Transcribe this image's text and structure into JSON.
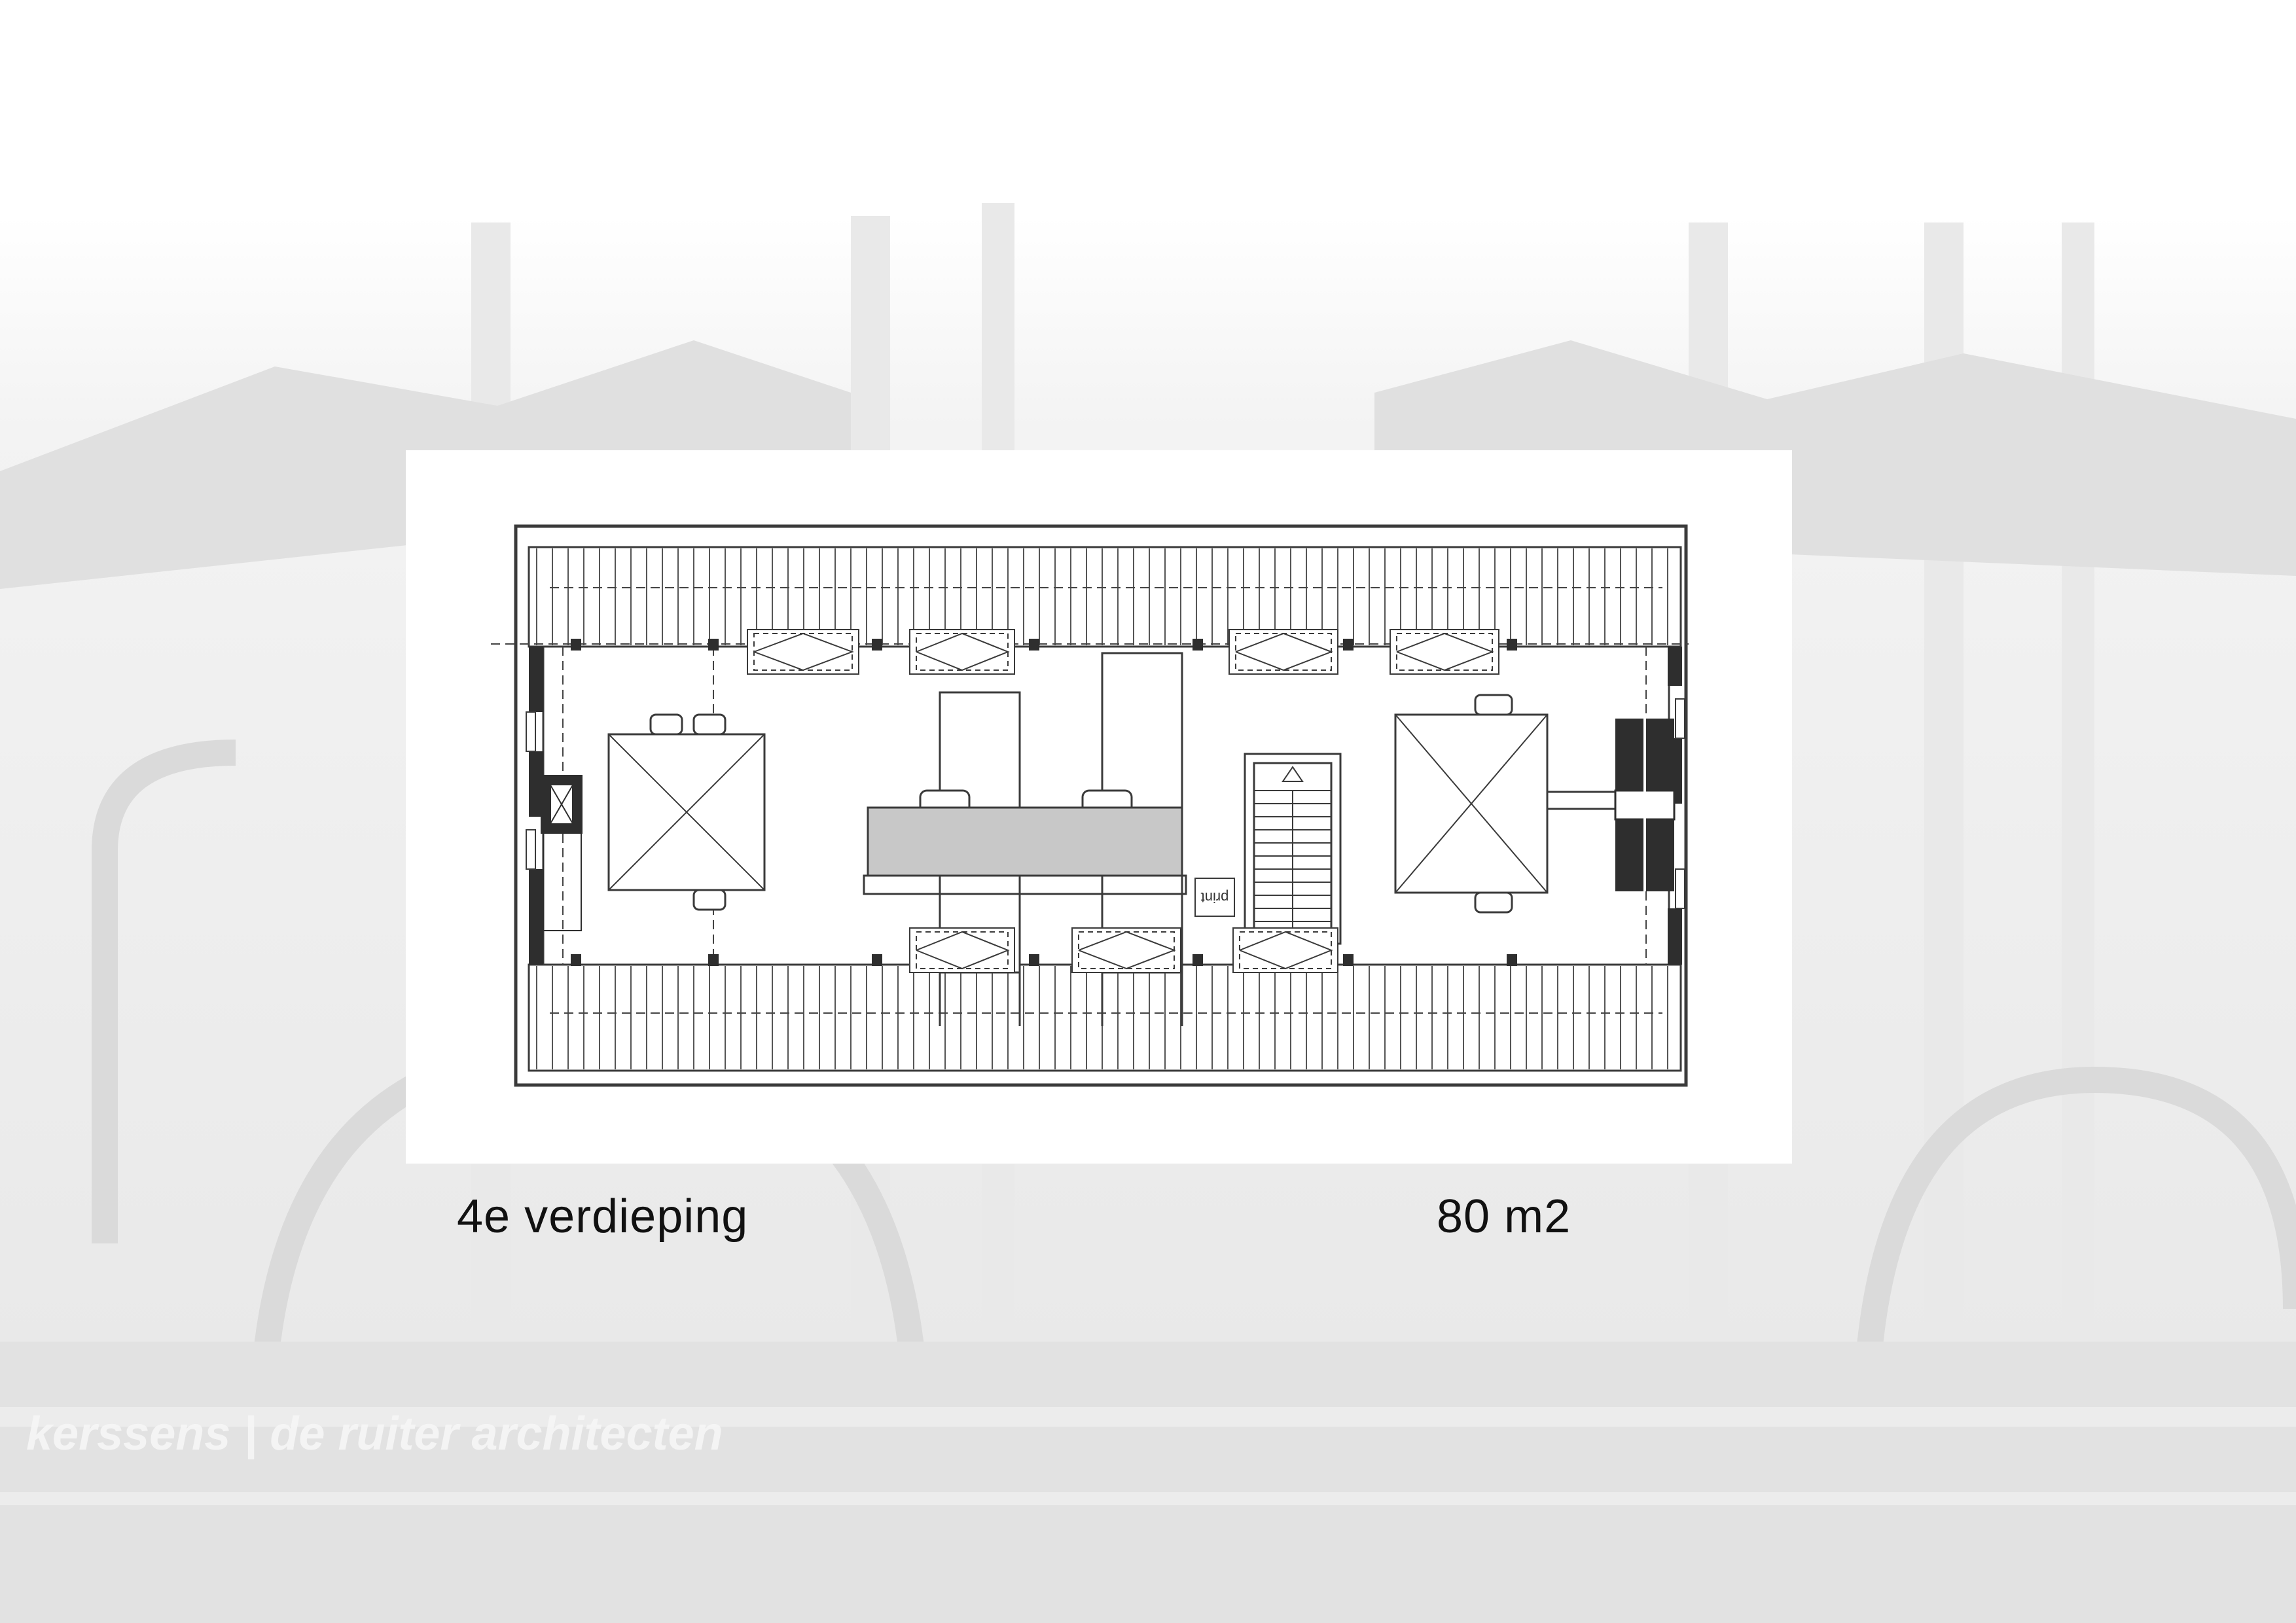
{
  "floor_label": "4e verdieping",
  "area_label": "80 m2",
  "plan": {
    "equipment_label": "print"
  },
  "backdrop": {
    "watermark_text": "kerssens | de ruiter architecten",
    "tint": "#e8e8e8"
  },
  "colors": {
    "ink": "#3a3a3a",
    "workbench_fill": "#c8c8c8",
    "dark_block": "#2e2e2e"
  },
  "icons": [
    "warning-triangle-icon"
  ]
}
